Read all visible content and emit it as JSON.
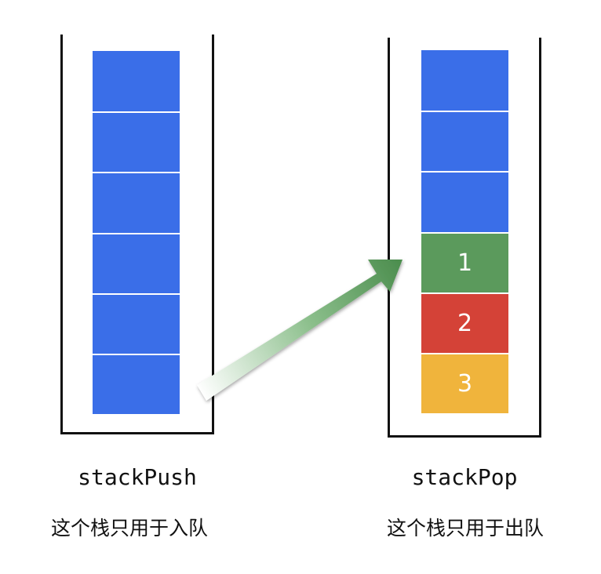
{
  "stacks": {
    "push": {
      "code_label": "stackPush",
      "description": "这个栈只用于入队",
      "cells": [
        "",
        "",
        "",
        "",
        "",
        ""
      ]
    },
    "pop": {
      "code_label": "stackPop",
      "description": "这个栈只用于出队",
      "cells": [
        "",
        "",
        "",
        "1",
        "2",
        "3"
      ]
    }
  },
  "colors": {
    "blue": "#3a6ee8",
    "green": "#5b9a5c",
    "red": "#d44237",
    "yellow": "#f0b43c",
    "divider": "#ffffff"
  },
  "pop_cell_colors": [
    "blue",
    "blue",
    "blue",
    "green",
    "red",
    "yellow"
  ]
}
